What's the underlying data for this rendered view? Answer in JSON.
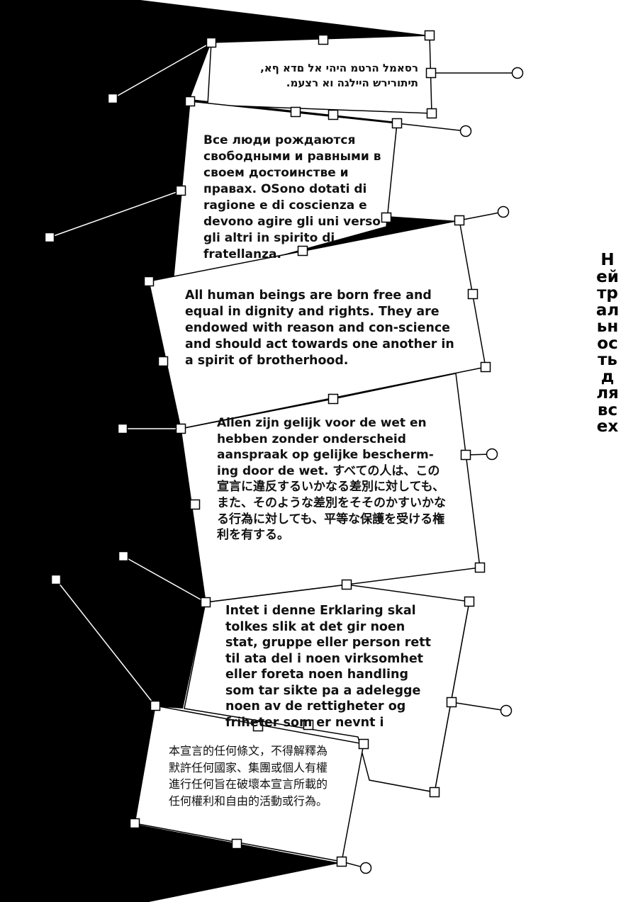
{
  "poster": {
    "vertical_title": "Нейтральность для всех",
    "colors": {
      "background": "#ffffff",
      "ink": "#000000",
      "card_fill": "#ffffff"
    }
  },
  "cards": {
    "hebrew": "רסאמל הרטמ היהי אל םדא ףא, תיתורירש היילגה וא רצעמ.",
    "russian_italian": "Все люди рождаются свободными и равными в своем достоинстве и правах. OSono dotati di ragione e di coscienza e devono agire gli uni verso gli altri in spirito di fratellanza.",
    "english": "All human beings are born free and equal in dignity and rights. They are endowed with reason and con-science and should act towards one another in a spirit of brotherhood.",
    "dutch_japanese": "Allen zijn gelijk voor de wet en hebben zonder onderscheid aanspraak op gelijke bescherm-ing door de wet. すべての人は、この宣言に違反するいかなる差別に対しても、また、そのような差別をそそのかすいかなる行為に対しても、平等な保護を受ける権利を有する。",
    "norwegian": "Intet i denne Erklaring skal tolkes slik at det gir noen stat, gruppe eller person rett til ata del i noen virksomhet eller foreta noen handling som tar sikte pa a adelegge noen av de rettigheter og friheter som er nevnt i",
    "chinese": "本宣言的任何條文，不得解釋為默許任何國家、集團或個人有權進行任何旨在破壞本宣言所載的任何權利和自由的活動或行為。"
  },
  "icons": {
    "handle": "square-node-icon",
    "endpoint": "circle-node-icon"
  }
}
